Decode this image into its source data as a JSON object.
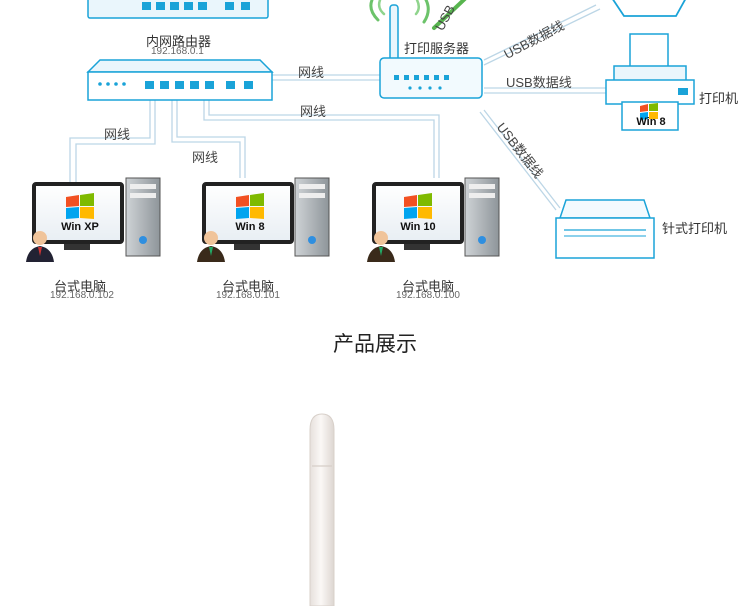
{
  "router": {
    "label": "内网路由器",
    "ip": "192.168.0.1"
  },
  "switch_top": {},
  "print_server": {
    "label": "打印服务器"
  },
  "cables": {
    "lan": "网线",
    "usb": "USB数据线",
    "usb_top": "USB",
    "usb_diag": "USB数据线"
  },
  "printers": {
    "laser": "打印机",
    "dot_matrix": "针式打印机",
    "laser_os": "Win 8"
  },
  "computers": [
    {
      "os": "Win XP",
      "label": "台式电脑",
      "ip": "192.168.0.102"
    },
    {
      "os": "Win 8",
      "label": "台式电脑",
      "ip": "192.168.0.101"
    },
    {
      "os": "Win 10",
      "label": "台式电脑",
      "ip": "192.168.0.100"
    }
  ],
  "section": {
    "title": "产品展示"
  },
  "colors": {
    "line": "#bcd6e6",
    "device": "#1aa3d8",
    "bg": "#ffffff"
  }
}
